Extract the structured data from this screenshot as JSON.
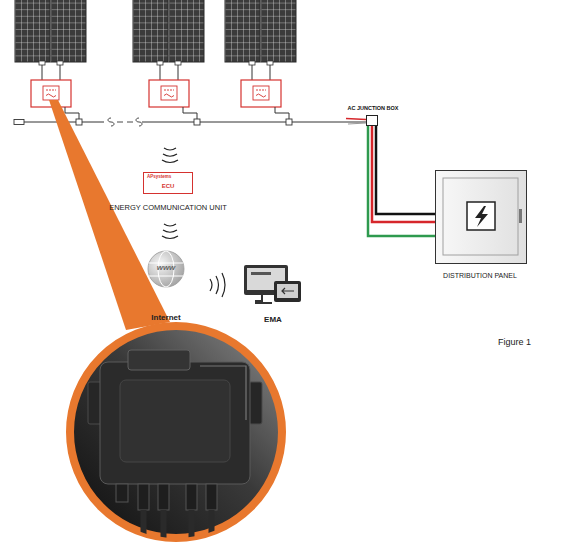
{
  "diagram": {
    "caption": "Figure 1",
    "nodes": [
      {
        "text": [
          "AC JUNCTION BOX"
        ]
      },
      {
        "text": [
          "APsystems",
          "ECU",
          "ENERGY COMMUNICATION UNIT"
        ]
      },
      {
        "text": [
          "DISTRIBUTION PANEL"
        ]
      },
      {
        "text": [
          "www",
          "Internet"
        ]
      },
      {
        "text": [
          "EMA"
        ]
      }
    ],
    "edges": [
      {
        "from": 0,
        "to": 2,
        "arrow": "none"
      },
      {
        "from": 0,
        "to": 2,
        "arrow": "none"
      },
      {
        "from": 0,
        "to": 2,
        "arrow": "none"
      }
    ]
  }
}
